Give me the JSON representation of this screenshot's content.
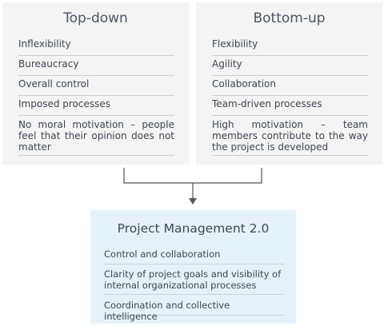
{
  "left": {
    "title": "Top-down",
    "items": [
      "Inflexibility",
      "Bureaucracy",
      "Overall control",
      "Imposed processes",
      "No moral motivation – people feel that their opinion does not matter"
    ]
  },
  "right": {
    "title": "Bottom-up",
    "items": [
      "Flexibility",
      "Agility",
      "Collaboration",
      "Team-driven processes",
      "High motivation – team members contribute to the way the project is developed"
    ]
  },
  "bottom": {
    "title": "Project Management 2.0",
    "items": [
      "Control and collaboration",
      "Clarity of project goals and visibility of internal organizational processes",
      "Coordination and collective intelligence"
    ]
  },
  "colors": {
    "panel_bg": "#f4f4f4",
    "result_bg": "#e6f2fa",
    "connector": "#555555"
  }
}
